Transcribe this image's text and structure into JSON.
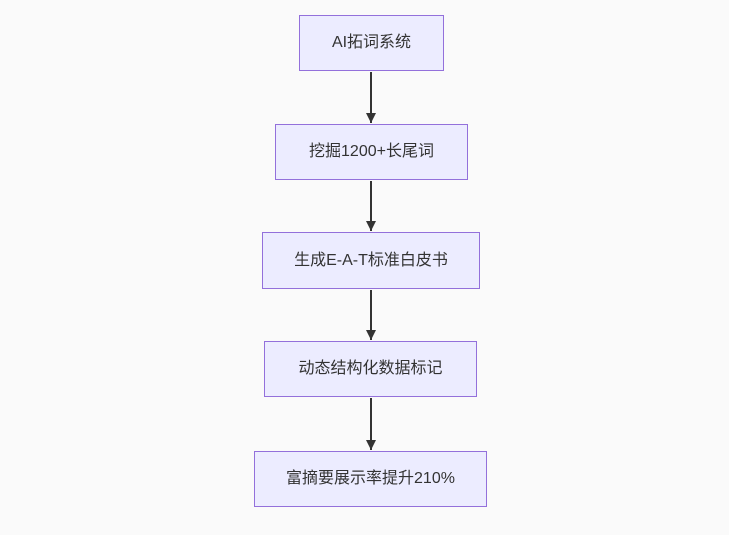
{
  "diagram": {
    "type": "flowchart",
    "direction": "top-down",
    "nodes": [
      {
        "label": "AI拓词系统"
      },
      {
        "label": "挖掘1200+长尾词"
      },
      {
        "label": "生成E-A-T标准白皮书"
      },
      {
        "label": "动态结构化数据标记"
      },
      {
        "label": "富摘要展示率提升210%"
      }
    ],
    "edges": [
      {
        "from": 1,
        "to": 2
      },
      {
        "from": 2,
        "to": 3
      },
      {
        "from": 3,
        "to": 4
      },
      {
        "from": 4,
        "to": 5
      }
    ],
    "colors": {
      "background": "#fafafa",
      "node_fill": "#ECECFF",
      "node_border": "#9370DB",
      "edge": "#333333",
      "text": "#333333"
    }
  }
}
